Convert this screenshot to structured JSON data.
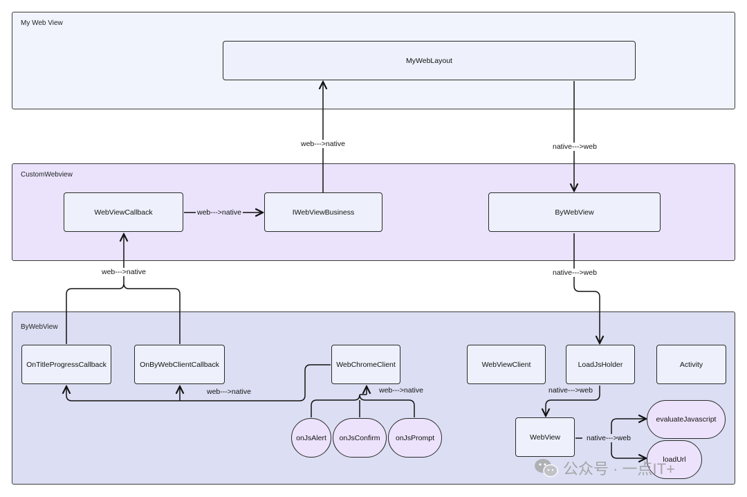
{
  "groups": {
    "my_web_view": "My Web View",
    "custom_webview": "CustomWebview",
    "by_webview": "ByWebView"
  },
  "nodes": {
    "my_web_layout": "MyWebLayout",
    "webview_callback": "WebViewCallback",
    "iwebview_business": "IWebViewBusiness",
    "by_webview_node": "ByWebView",
    "on_title_progress_callback": "OnTitleProgressCallback",
    "on_by_webclient_callback": "OnByWebClientCallback",
    "web_chrome_client": "WebChromeClient",
    "webview_client": "WebViewClient",
    "load_js_holder": "LoadJsHolder",
    "activity": "Activity",
    "on_js_alert": "onJsAlert",
    "on_js_confirm": "onJsConfirm",
    "on_js_prompt": "onJsPrompt",
    "webview": "WebView",
    "evaluate_javascript": "evaluateJavascript",
    "load_url": "loadUrl"
  },
  "edge_labels": {
    "business_to_layout": "web--->native",
    "layout_to_bywebview": "native--->web",
    "callback_to_business": "web--->native",
    "callbacks_to_webviewcallback": "web--->native",
    "bywebview_to_holder": "native--->web",
    "chrome_to_callbacks": "web--->native",
    "js_to_chrome": "web--->native",
    "holder_to_webview": "native--->web",
    "webview_to_methods": "native--->web"
  },
  "watermark": "公众号 · 一点IT+",
  "colors": {
    "my_web_view_fill": "#f1f4fc",
    "custom_webview_fill": "#eae3fb",
    "by_webview_fill": "#dcdff3",
    "node_fill": "#eef1fb",
    "pill_fill": "#ece2fb"
  }
}
